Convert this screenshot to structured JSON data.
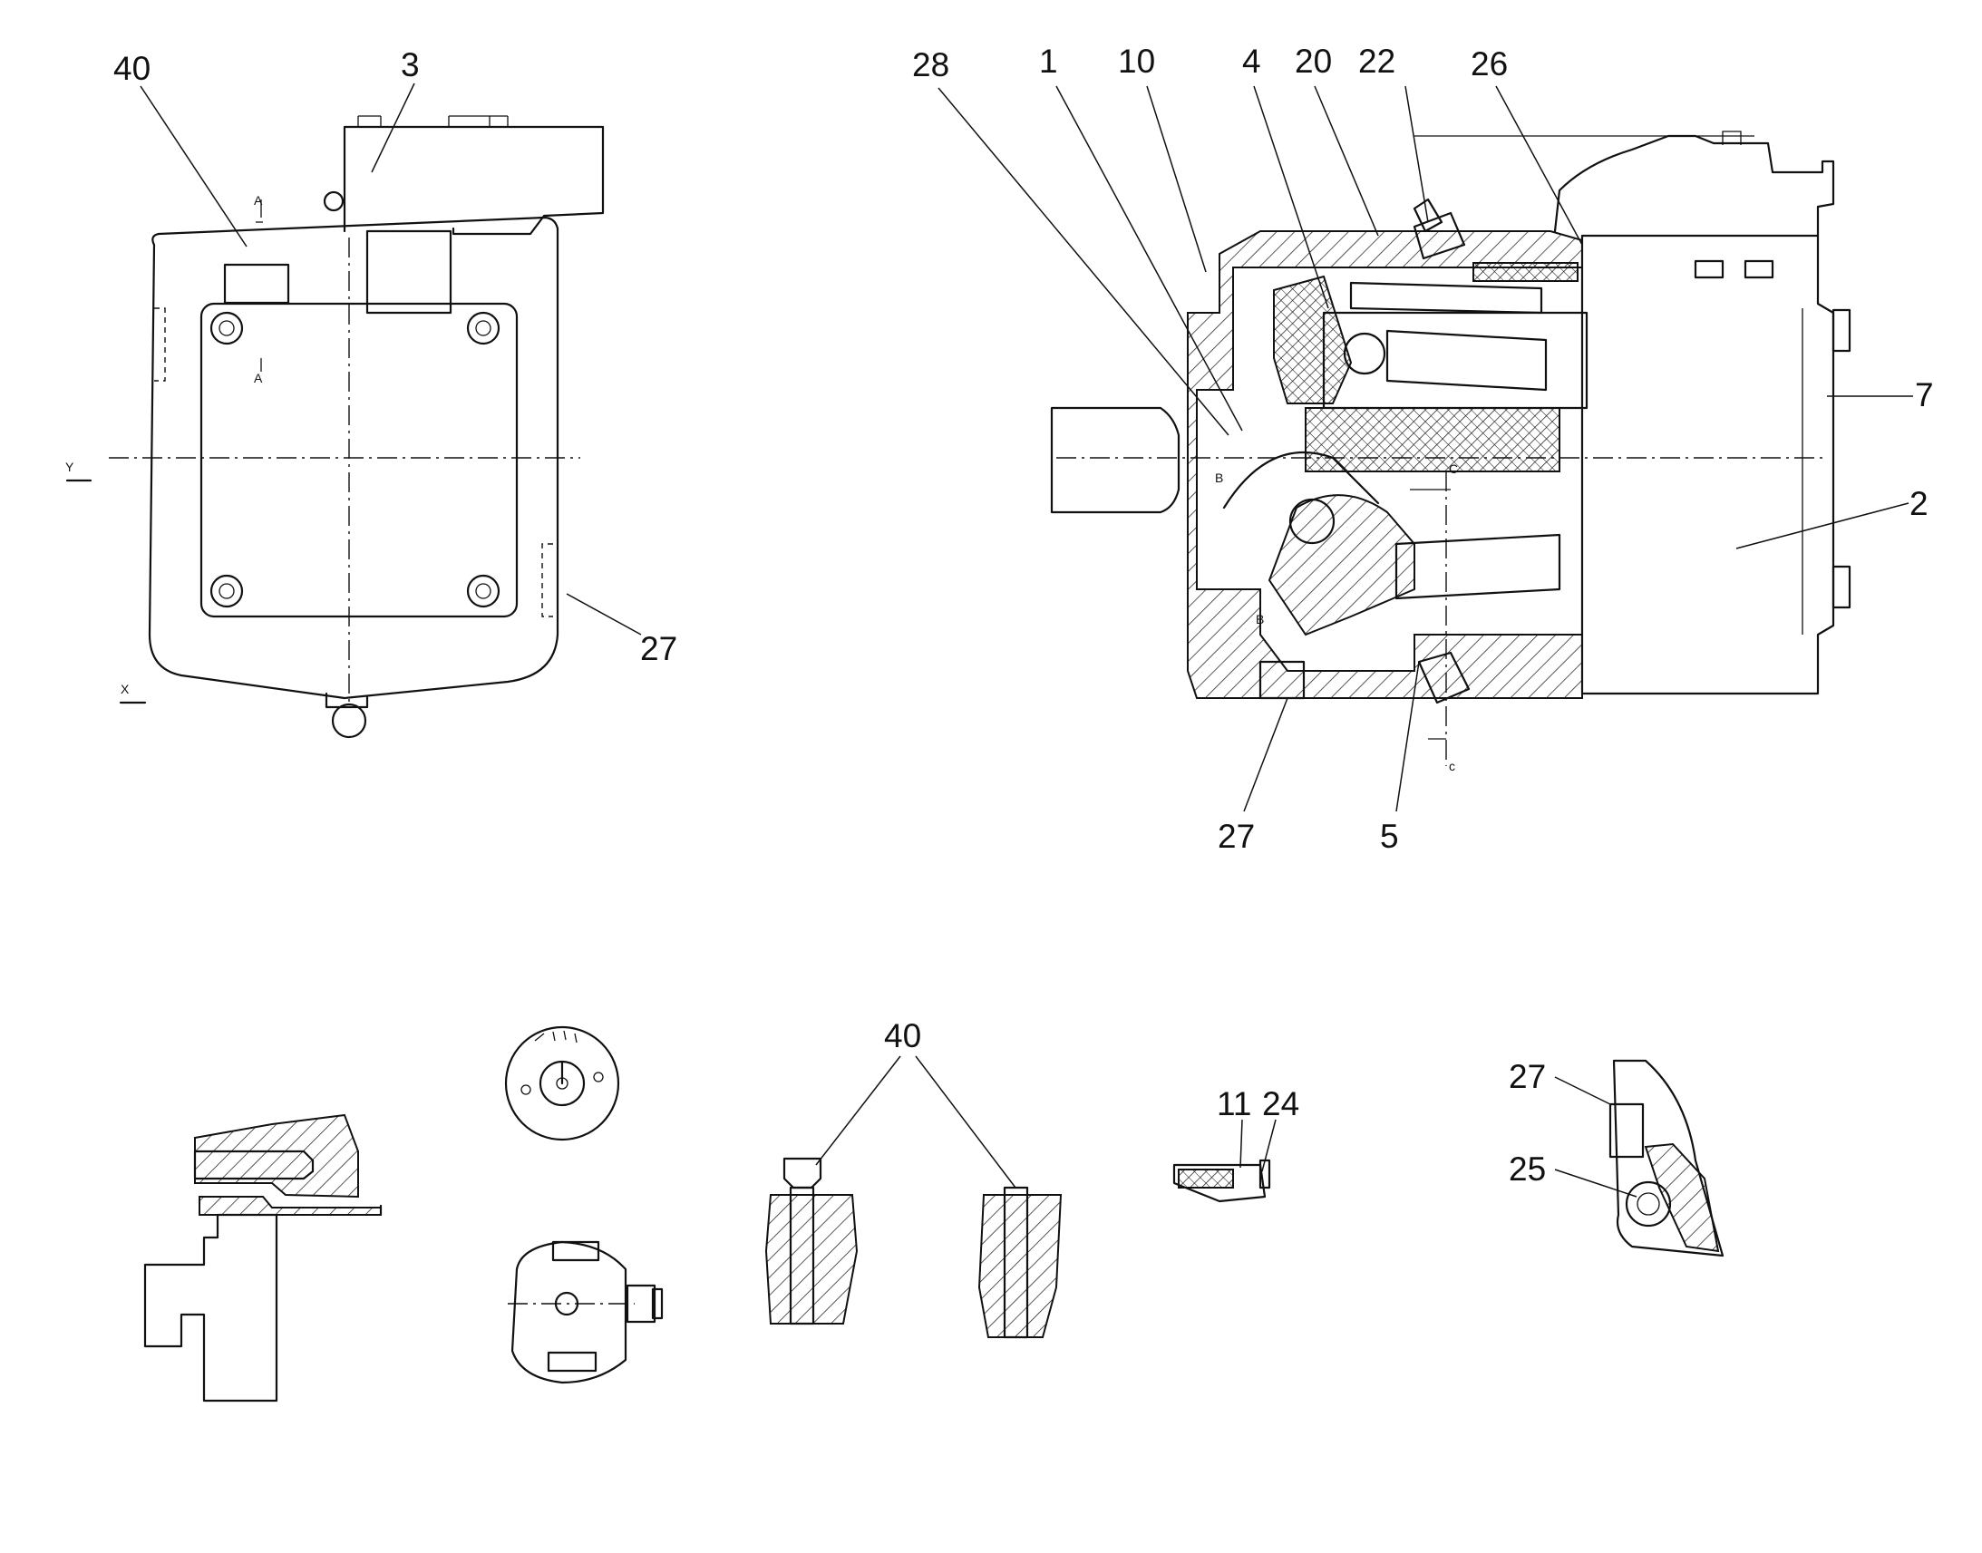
{
  "callouts": {
    "top_left": {
      "n40": "40",
      "n3": "3",
      "n27": "27"
    },
    "top_right": {
      "n28": "28",
      "n1": "1",
      "n10": "10",
      "n4": "4",
      "n20": "20",
      "n22": "22",
      "n26": "26",
      "n7": "7",
      "n2": "2",
      "n27": "27",
      "n5": "5"
    },
    "bottom": {
      "n40": "40",
      "n11": "11",
      "n24": "24",
      "n27": "27",
      "n25": "25"
    }
  },
  "section_marks": {
    "a_top": "A",
    "a_bottom": "A",
    "y_arrow": "Y",
    "x_arrow": "X",
    "b_upper": "B",
    "b_lower": "B",
    "c_upper": "C",
    "c_lower": "c"
  }
}
